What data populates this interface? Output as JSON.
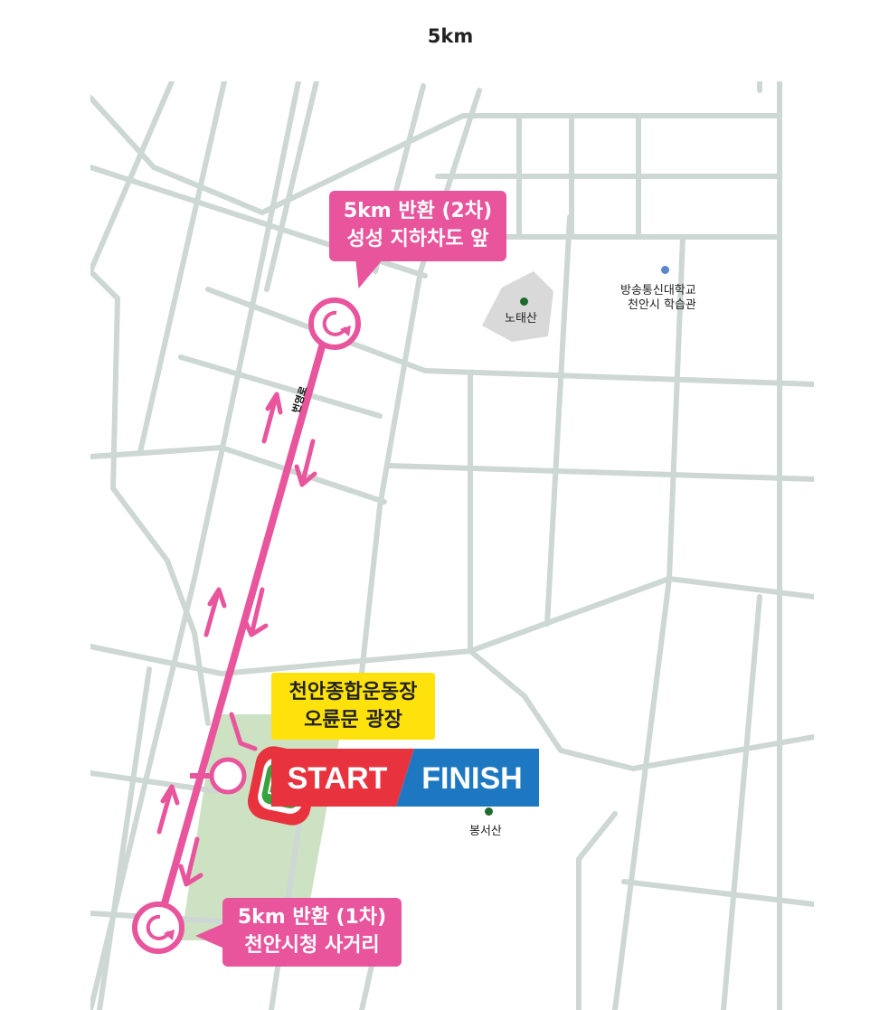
{
  "title": "5km",
  "road_label": "번영로",
  "places": {
    "notaesan": "노태산",
    "bongseosan": "봉서산",
    "knou_line1": "방송통신대학교",
    "knou_line2": "천안시 학습관"
  },
  "turn2": {
    "line1": "5km 반환 (2차)",
    "line2": "성성 지하차도 앞"
  },
  "turn1": {
    "line1": "5km 반환 (1차)",
    "line2": "천안시청 사거리"
  },
  "venue": {
    "line1": "천안종합운동장",
    "line2": "오륜문 광장"
  },
  "start_label": "START",
  "finish_label": "FINISH",
  "colors": {
    "route": "#e8559c",
    "road": "#cdd7d3",
    "park": "#cde2c2",
    "start": "#e8333f",
    "finish": "#1d78c1",
    "venue_bg": "#ffe20c",
    "mountain": "#d9d9d9",
    "mountain_dot": "#1f6b2e",
    "knou_dot": "#5b86c9"
  }
}
